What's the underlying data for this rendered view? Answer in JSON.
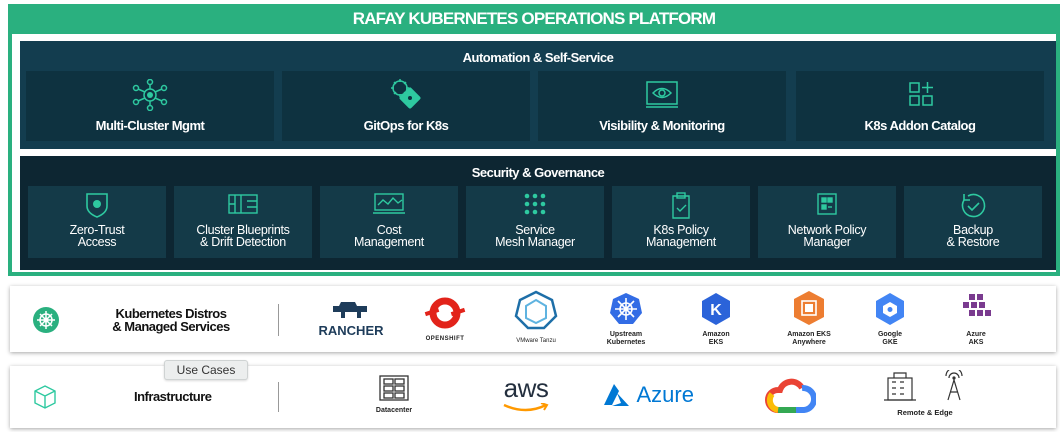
{
  "platform": {
    "title": "RAFAY KUBERNETES OPERATIONS PLATFORM"
  },
  "automation": {
    "title": "Automation & Self-Service",
    "tiles": [
      {
        "label": "Multi-Cluster Mgmt",
        "icon": "cluster-network-icon"
      },
      {
        "label": "GitOps for K8s",
        "icon": "gitops-icon"
      },
      {
        "label": "Visibility & Monitoring",
        "icon": "eye-monitor-icon"
      },
      {
        "label": "K8s Addon Catalog",
        "icon": "catalog-grid-icon"
      }
    ]
  },
  "security": {
    "title": "Security & Governance",
    "tiles": [
      {
        "label": "Zero-Trust\nAccess",
        "icon": "shield-icon"
      },
      {
        "label": "Cluster Blueprints\n& Drift Detection",
        "icon": "blueprint-icon"
      },
      {
        "label": "Cost\nManagement",
        "icon": "cost-monitor-icon"
      },
      {
        "label": "Service\nMesh Manager",
        "icon": "mesh-dots-icon"
      },
      {
        "label": "K8s Policy\nManagement",
        "icon": "policy-document-icon"
      },
      {
        "label": "Network Policy\nManager",
        "icon": "network-policy-icon"
      },
      {
        "label": "Backup\n& Restore",
        "icon": "backup-check-icon"
      }
    ]
  },
  "distros": {
    "label": "Kubernetes Distros\n& Managed Services",
    "icon": "kubernetes-helm-icon",
    "logos": [
      {
        "name": "RANCHER",
        "caption": "RANCHER"
      },
      {
        "name": "OPENSHIFT",
        "caption": "OPENSHIFT"
      },
      {
        "name": "VMware Tanzu",
        "caption": "VMware Tanzu"
      },
      {
        "name": "Upstream Kubernetes",
        "caption": "Upstream\nKubernetes"
      },
      {
        "name": "Amazon EKS",
        "caption": "Amazon\nEKS"
      },
      {
        "name": "Amazon EKS Anywhere",
        "caption": "Amazon EKS\nAnywhere"
      },
      {
        "name": "Google GKE",
        "caption": "Google\nGKE"
      },
      {
        "name": "Azure AKS",
        "caption": "Azure\nAKS"
      }
    ]
  },
  "infrastructure": {
    "label": "Infrastructure",
    "icon": "cube-icon",
    "logos": [
      {
        "name": "Datacenter",
        "caption": "Datacenter"
      },
      {
        "name": "aws",
        "caption": "aws"
      },
      {
        "name": "Azure",
        "caption": "Azure"
      },
      {
        "name": "Google Cloud",
        "caption": ""
      },
      {
        "name": "Remote & Edge",
        "caption": "Remote & Edge"
      }
    ]
  },
  "tooltip": {
    "text": "Use Cases"
  },
  "colors": {
    "accent_green": "#2ab07f",
    "automation_bg": "#133d4f",
    "security_bg": "#0d2632",
    "tile_bg": "#0e3240",
    "icon_teal": "#2ec9a0"
  }
}
